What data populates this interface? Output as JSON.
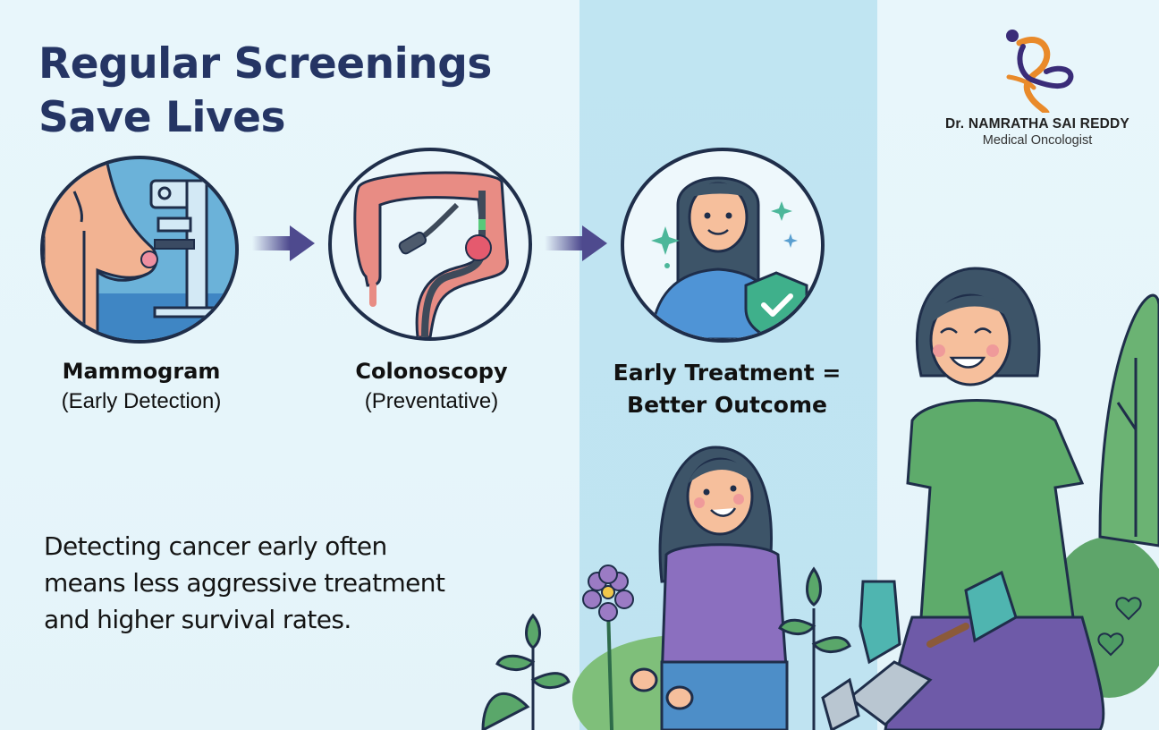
{
  "header": {
    "title_line1": "Regular Screenings",
    "title_line2": "Save Lives"
  },
  "logo": {
    "icon": "butterfly-ribbon-logo-icon",
    "name": "Dr. NAMRATHA SAI REDDY",
    "role": "Medical Oncologist",
    "colors": {
      "orange": "#e98a2a",
      "purple": "#3a2c78"
    }
  },
  "steps": [
    {
      "title": "Mammogram",
      "subtitle": "(Early Detection)",
      "icon": "mammogram-machine-icon"
    },
    {
      "title": "Colonoscopy",
      "subtitle": "(Preventative)",
      "icon": "colon-endoscope-icon"
    },
    {
      "title_line1": "Early Treatment =",
      "title_line2": "Better Outcome",
      "icon": "woman-shield-check-icon"
    }
  ],
  "arrows": [
    "arrow-right-icon",
    "arrow-right-icon"
  ],
  "description": {
    "line1": "Detecting cancer early often",
    "line2": "means less aggressive treatment",
    "line3": "and higher survival rates."
  },
  "colors": {
    "background": "#e6f5fa",
    "panel": "#c0e5f2",
    "title": "#253564",
    "circle_border": "#1f2e4a",
    "arrow": "#4e4a8e"
  }
}
